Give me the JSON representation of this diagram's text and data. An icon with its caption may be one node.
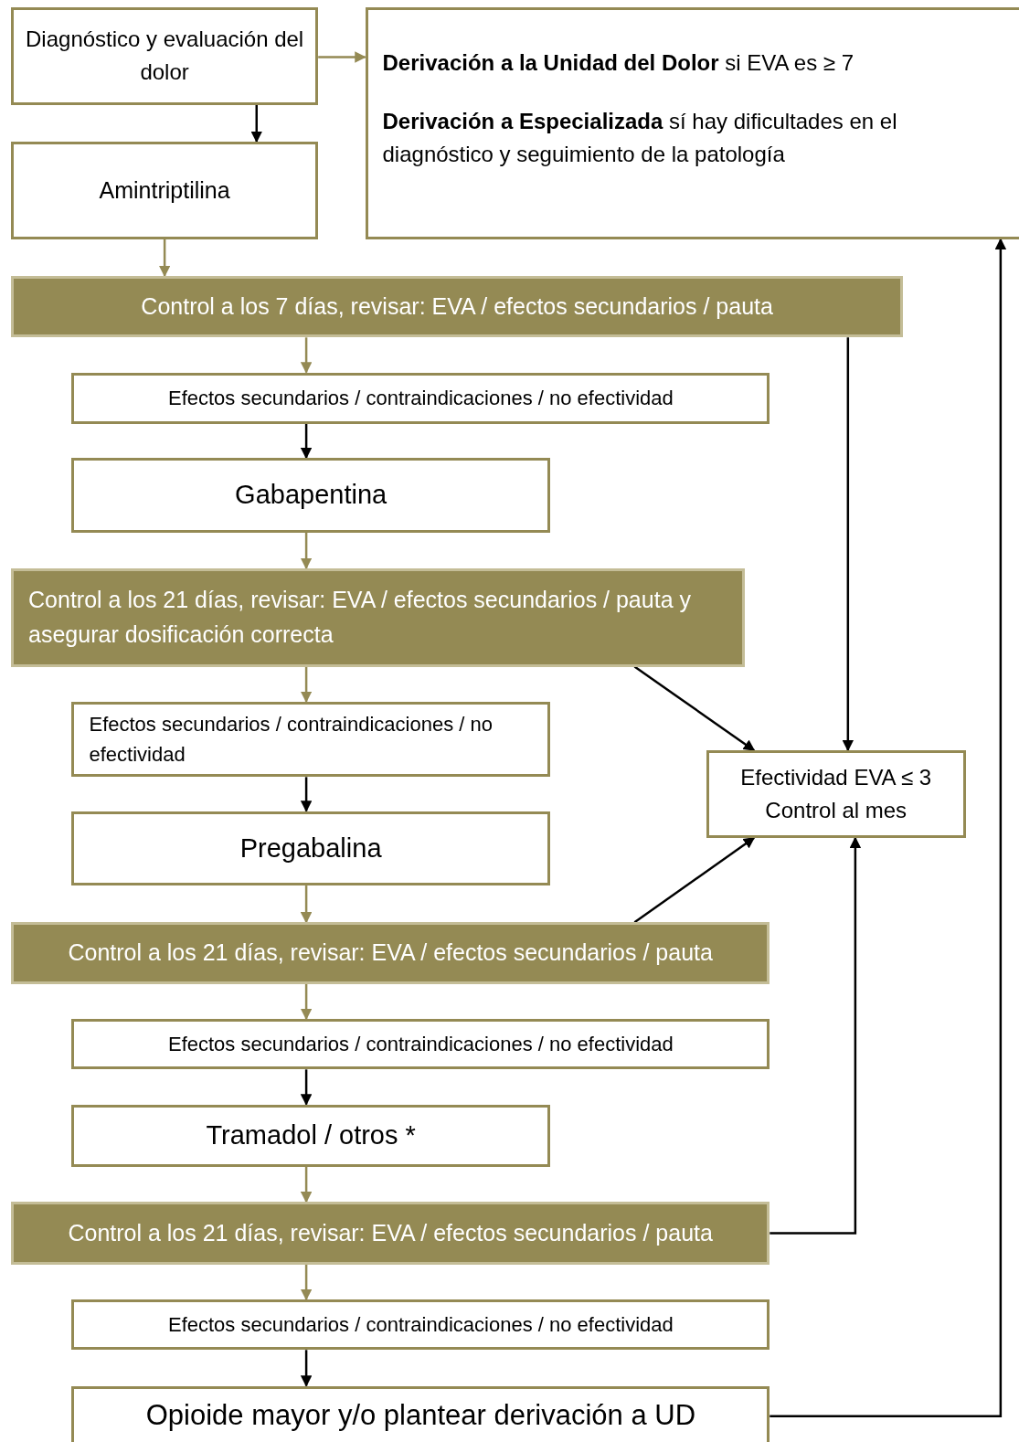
{
  "diagram": {
    "nodes": [
      {
        "text": [
          "Diagnóstico y evaluación del dolor"
        ]
      },
      {
        "text": [
          "**Derivación a la Unidad del Dolor** si EVA es ≥ 7",
          "**Derivación a Especializada** sí hay dificultades en el diagnóstico y seguimiento de la patología"
        ]
      },
      {
        "text": [
          "Amintriptilina"
        ]
      },
      {
        "text": [
          "Control a los 7 días, revisar: EVA / efectos secundarios / pauta"
        ]
      },
      {
        "text": [
          "Efectos secundarios / contraindicaciones / no efectividad"
        ]
      },
      {
        "text": [
          "Gabapentina"
        ]
      },
      {
        "text": [
          "Control a los 21 días, revisar: EVA / efectos secundarios / pauta y asegurar dosificación correcta"
        ]
      },
      {
        "text": [
          "Efectos secundarios / contraindicaciones / no efectividad"
        ]
      },
      {
        "text": [
          "Pregabalina"
        ]
      },
      {
        "text": [
          "Control a los 21 días, revisar: EVA / efectos secundarios / pauta"
        ]
      },
      {
        "text": [
          "Efectos secundarios / contraindicaciones / no efectividad"
        ]
      },
      {
        "text": [
          "Tramadol / otros *"
        ]
      },
      {
        "text": [
          "Control a los 21 días, revisar: EVA / efectos secundarios / pauta"
        ]
      },
      {
        "text": [
          "Efectos secundarios / contraindicaciones / no efectividad"
        ]
      },
      {
        "text": [
          "Opioide mayor y/o plantear derivación a UD"
        ]
      },
      {
        "text": [
          "Efectividad EVA ≤ 3 Control al mes"
        ]
      }
    ],
    "edges": [
      {
        "from": 0,
        "to": 1,
        "arrow": "to",
        "color": "#948a54"
      },
      {
        "from": 0,
        "to": 2,
        "arrow": "to"
      },
      {
        "from": 2,
        "to": 3,
        "arrow": "to",
        "color": "#948a54"
      },
      {
        "from": 3,
        "to": 4,
        "arrow": "to",
        "color": "#948a54"
      },
      {
        "from": 4,
        "to": 5,
        "arrow": "to"
      },
      {
        "from": 5,
        "to": 6,
        "arrow": "to",
        "color": "#948a54"
      },
      {
        "from": 6,
        "to": 7,
        "arrow": "to",
        "color": "#948a54"
      },
      {
        "from": 7,
        "to": 8,
        "arrow": "to"
      },
      {
        "from": 8,
        "to": 9,
        "arrow": "to",
        "color": "#948a54"
      },
      {
        "from": 9,
        "to": 10,
        "arrow": "to",
        "color": "#948a54"
      },
      {
        "from": 10,
        "to": 11,
        "arrow": "to"
      },
      {
        "from": 11,
        "to": 12,
        "arrow": "to",
        "color": "#948a54"
      },
      {
        "from": 12,
        "to": 13,
        "arrow": "to",
        "color": "#948a54"
      },
      {
        "from": 13,
        "to": 14,
        "arrow": "to"
      },
      {
        "from": 3,
        "to": 15,
        "arrow": "to"
      },
      {
        "from": 6,
        "to": 15,
        "arrow": "to"
      },
      {
        "from": 9,
        "to": 15,
        "arrow": "to"
      },
      {
        "from": 12,
        "to": 15,
        "arrow": "to"
      },
      {
        "from": 14,
        "to": 1,
        "arrow": "to"
      }
    ]
  }
}
